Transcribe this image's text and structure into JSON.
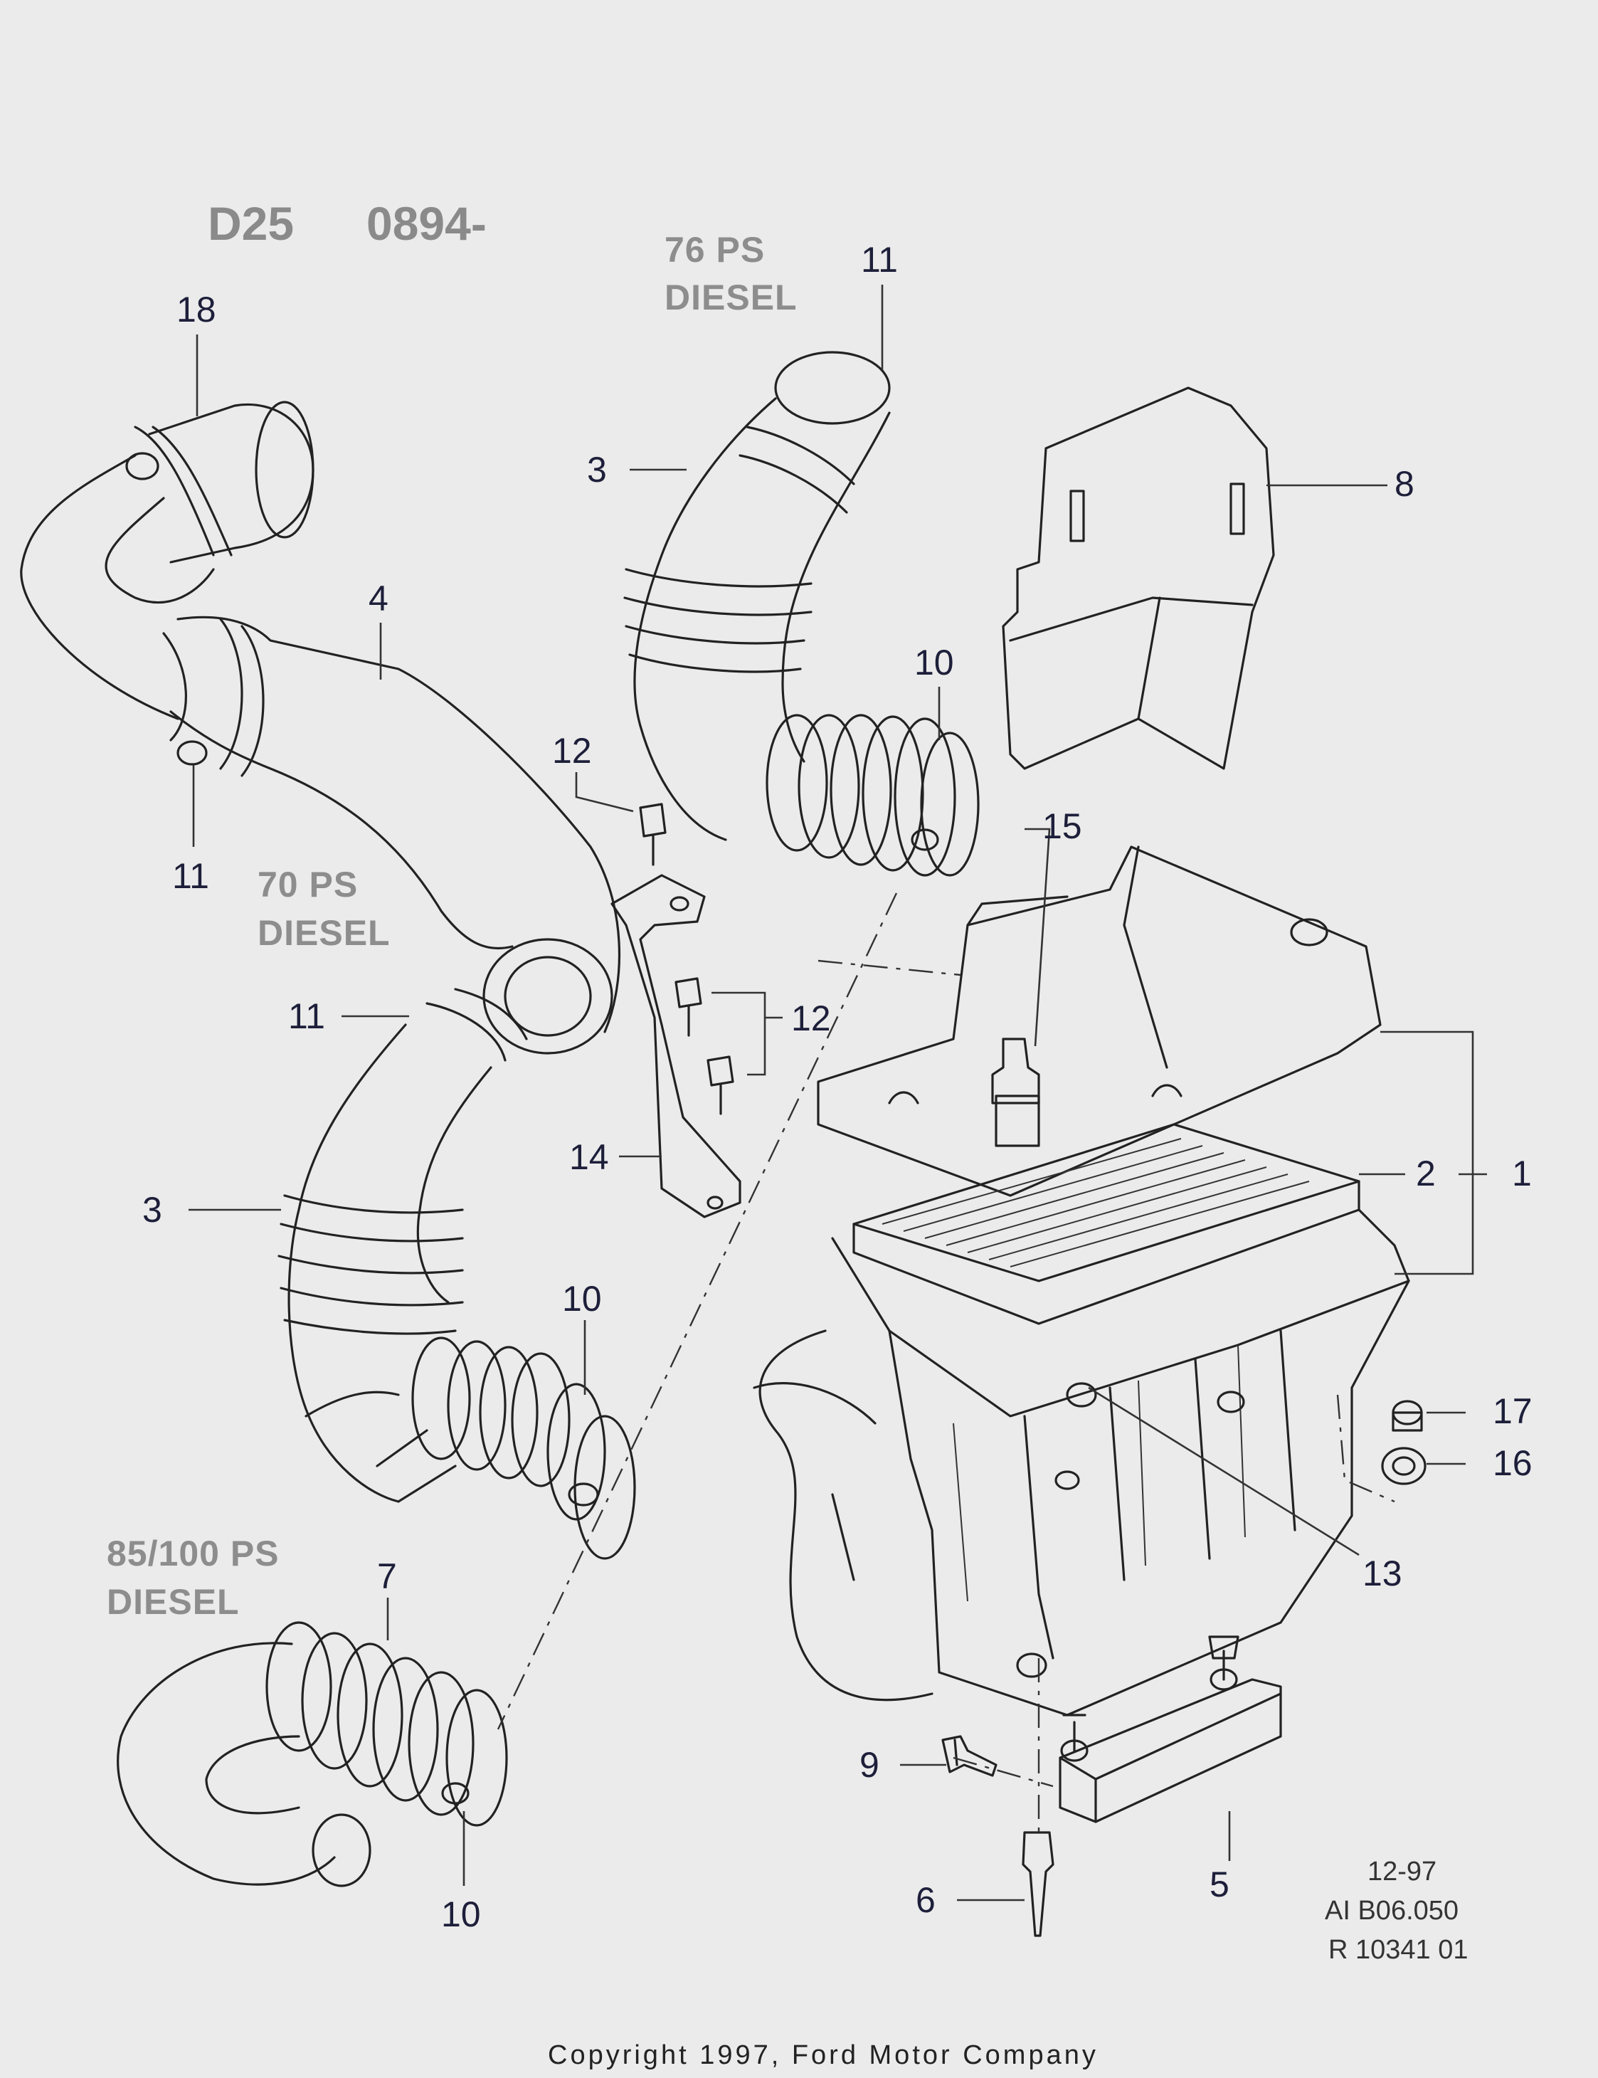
{
  "header": {
    "model_code": "D25",
    "date_code": "0894-"
  },
  "variants": {
    "v76": [
      "76 PS",
      "DIESEL"
    ],
    "v70": [
      "70 PS",
      "DIESEL"
    ],
    "v85": [
      "85/100 PS",
      "DIESEL"
    ]
  },
  "callouts": {
    "c18": "18",
    "c11_top": "11",
    "c3_top": "3",
    "c8": "8",
    "c4": "4",
    "c10_top": "10",
    "c12_top": "12",
    "c11_left": "11",
    "c15": "15",
    "c11_mid": "11",
    "c12_mid": "12",
    "c14": "14",
    "c2": "2",
    "c1": "1",
    "c3_mid": "3",
    "c10_mid": "10",
    "c17": "17",
    "c16": "16",
    "c13": "13",
    "c7": "7",
    "c9": "9",
    "c10_bot": "10",
    "c6": "6",
    "c5": "5"
  },
  "reference": {
    "line1": "12-97",
    "line2": "AI  B06.050",
    "line3": "R 10341 01"
  },
  "copyright": "Copyright 1997, Ford Motor Company"
}
